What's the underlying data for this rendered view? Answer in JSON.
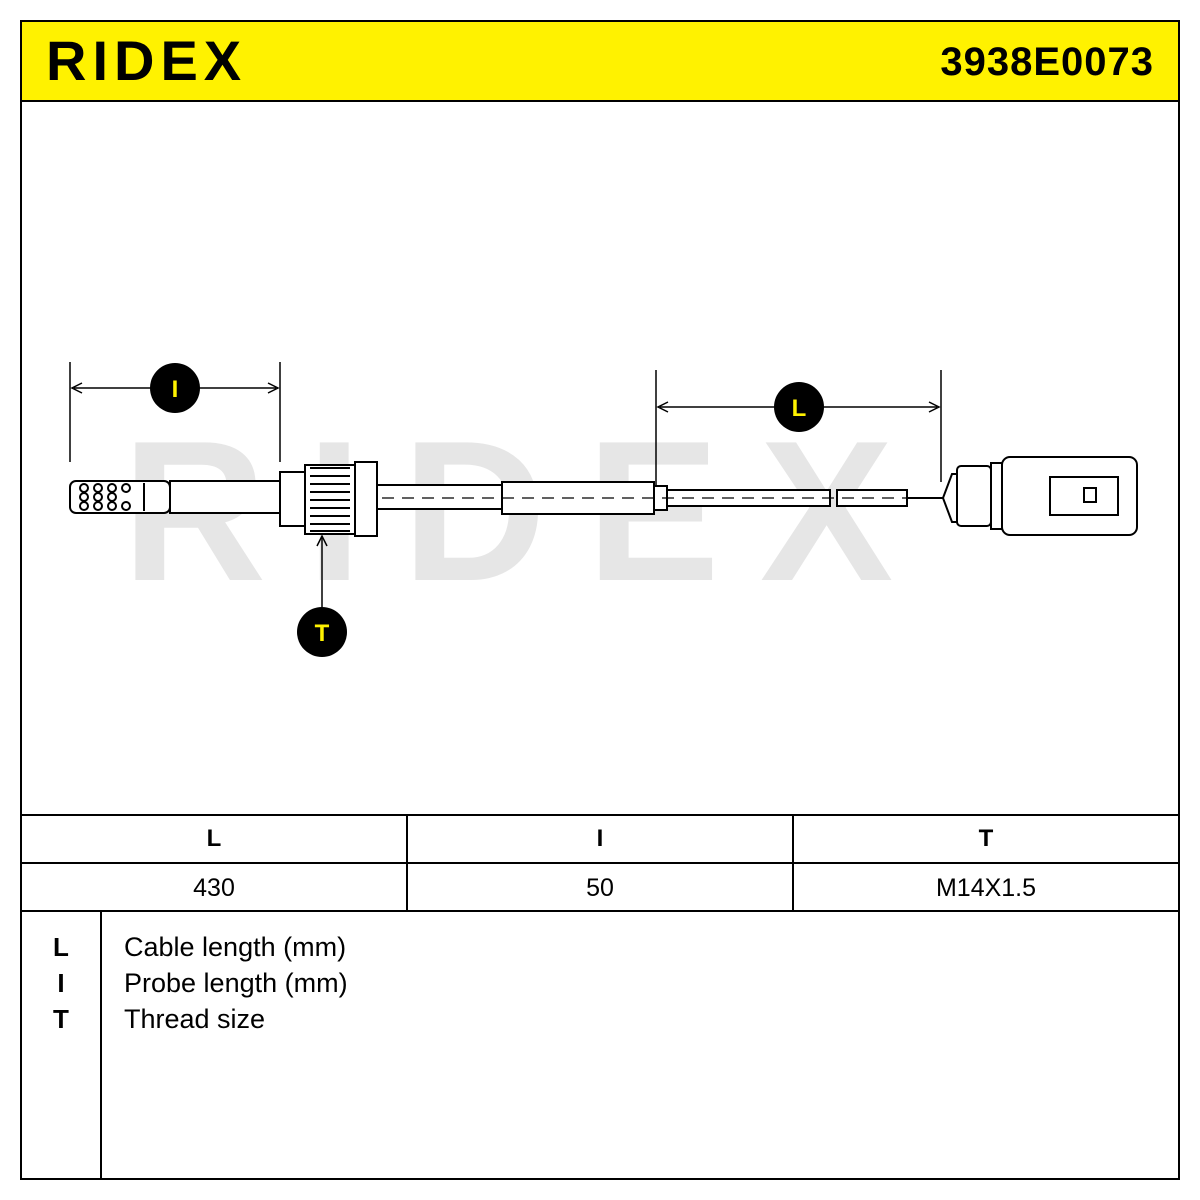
{
  "header": {
    "brand": "RIDEX",
    "part_number": "3938E0073",
    "background_color": "#fff200"
  },
  "drawing": {
    "watermark": "RIDEX",
    "markers": {
      "probe": "I",
      "cable": "L",
      "thread": "T"
    },
    "marker_text_color": "#fff200",
    "marker_fill_color": "#000000",
    "watermark_color": "#e6e6e6"
  },
  "spec_table": {
    "headers": [
      "L",
      "I",
      "T"
    ],
    "values": [
      "430",
      "50",
      "M14X1.5"
    ]
  },
  "legend": [
    {
      "key": "L",
      "description": "Cable length (mm)"
    },
    {
      "key": "I",
      "description": "Probe length (mm)"
    },
    {
      "key": "T",
      "description": "Thread size"
    }
  ]
}
